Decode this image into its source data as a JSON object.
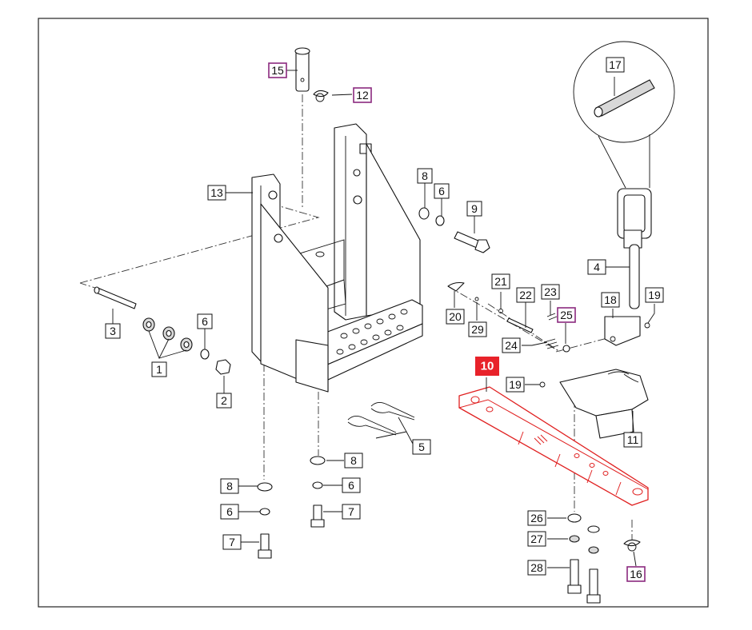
{
  "diagram": {
    "highlight_color": "#e8222a",
    "marked_label_color": "#8b2a7e",
    "labels": {
      "p1": "1",
      "p2": "2",
      "p3": "3",
      "p4": "4",
      "p5": "5",
      "p6a": "6",
      "p6b": "6",
      "p6c": "6",
      "p6d": "6",
      "p7a": "7",
      "p7b": "7",
      "p8a": "8",
      "p8b": "8",
      "p8c": "8",
      "p9": "9",
      "p10": "10",
      "p11": "11",
      "p12": "12",
      "p13": "13",
      "p15": "15",
      "p16": "16",
      "p17": "17",
      "p18": "18",
      "p19a": "19",
      "p19b": "19",
      "p20": "20",
      "p21": "21",
      "p22": "22",
      "p23": "23",
      "p24": "24",
      "p25": "25",
      "p26": "26",
      "p27": "27",
      "p28": "28",
      "p29": "29"
    }
  }
}
